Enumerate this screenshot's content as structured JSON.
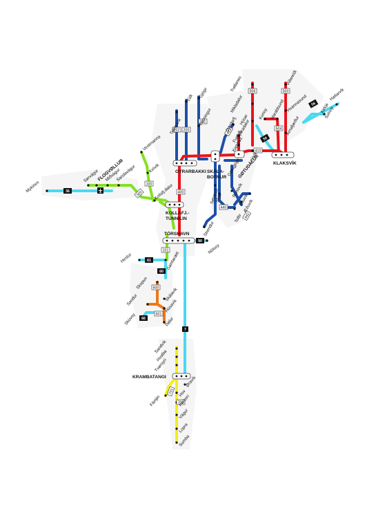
{
  "colors": {
    "red": "#e8141c",
    "blue": "#1d4fa8",
    "cyan": "#4ad8f0",
    "green": "#86e024",
    "orange": "#f07818",
    "yellow": "#f4ec24",
    "box_dark": "#111111"
  },
  "hubs": {
    "oyrarbakki": "OYRARBAKKI",
    "skalabotnur_1": "SKÁLA-",
    "skalabotnur_2": "BOTNUR",
    "gotudalur": "GØTUDALUR",
    "klaksvik": "KLAKSVÍK",
    "kollafj_1": "KOLLAFJ.-",
    "kollafj_2": "TUNNILIN",
    "torshavn": "TÓRSHAVN",
    "krambatangi": "KRAMBATANGI",
    "flogvollur": "FLOGVØLLUR"
  },
  "stops": {
    "mykines": "Mykines",
    "sorvagur": "Sørvágur",
    "midvagur": "Miðvágur",
    "sandavagur": "Sandavágur",
    "vestmanna": "Vestmanna",
    "kvivik": "Kvívík",
    "kollafj_dalur": "Kollafj.dalur",
    "tjornuvik": "Tjørnuvík",
    "eidi": "Eiði",
    "gjogv": "Gjógv",
    "funningur": "Funningur",
    "oyndarfj": "Oyndarfj.",
    "trollanes": "Trøllanes",
    "mikladalur": "Mikladalur",
    "husar": "Húsar",
    "syd": "Syðradalur",
    "kunoy": "Kunoy",
    "haraldssund": "Haraldsund",
    "vidareidi": "Viðareiði",
    "hvannasund": "Hvannasund",
    "hattarvik": "Hattarvík",
    "kirkja": "Kirkja",
    "svinoy": "Svínoy",
    "arnafjordur": "Árnafjørður",
    "fuglafj": "Fuglafj.",
    "kambsd": "Kambsd.",
    "leirvik": "Leirvík",
    "gotugjogv": "Gøtugjógv",
    "selatrad": "Selatrað",
    "skali": "Skáli",
    "strendur": "Strendur",
    "runavik": "Runavík",
    "rituvik": "Rituvík",
    "aeduvik": "Æðuvík",
    "toftir": "Toftir",
    "nolsoy": "Nólsoy",
    "hestur": "Hestur",
    "gamlaraett": "Gamlarætt",
    "skopun": "Skopun",
    "skuvoy": "Skúvoy",
    "sandur": "Sandur",
    "skalavik": "Skálavík",
    "husavik": "Húsavík",
    "dalur": "Dalur",
    "sandvik": "Sandvík",
    "hvalba": "Hvalba",
    "tvoroyri": "Tvøroyri",
    "famjin": "Fámjin",
    "oravik": "Øravík",
    "hov": "Hov",
    "porkeri": "Porkeri",
    "vagur": "Vágur",
    "lopra": "Lopra",
    "sumba": "Sumba"
  },
  "routes": {
    "r36": "36",
    "r50": "50",
    "r56": "56",
    "r61": "61",
    "r60": "60",
    "r66": "66",
    "r90": "90",
    "r7": "7",
    "r100": "100",
    "r101": "101",
    "r200": "200",
    "r201": "201",
    "r202": "202",
    "r300": "300",
    "r400": "400",
    "r410": "410",
    "r440": "440",
    "r442": "442",
    "r481": "481",
    "r500": "500",
    "r504": "504",
    "r506": "506",
    "r600": "600",
    "r601": "601",
    "r700": "700",
    "r701": "701"
  },
  "icons": {
    "airport": "airplane-icon"
  }
}
